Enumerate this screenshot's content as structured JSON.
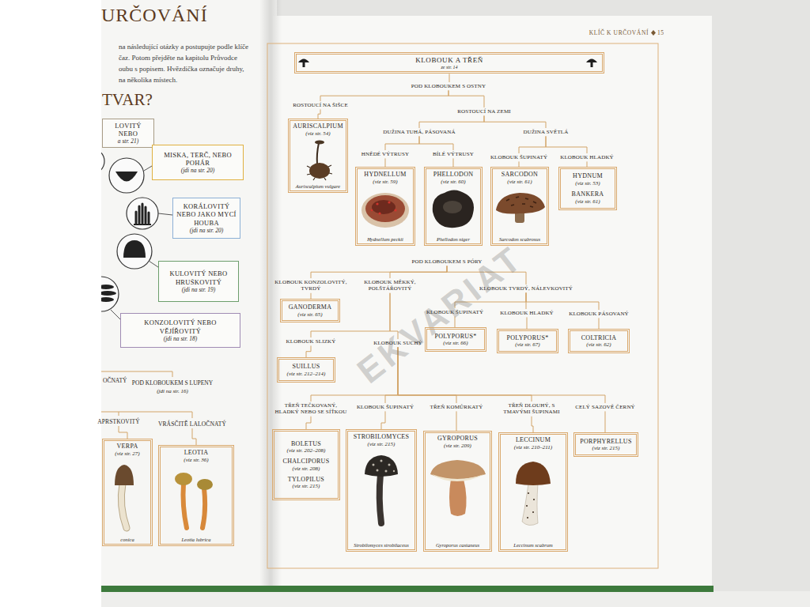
{
  "diagram": {
    "title": "URČOVÁNÍ",
    "nodes": [
      {
        "text": [
          "LOVITÝ NEBO",
          "a str. 21)"
        ]
      },
      {
        "text": [
          "MISKA, TERČ, NEBO POHÁR",
          "(jdi na str. 20)"
        ]
      },
      {
        "text": [
          "KORÁLOVITÝ NEBO JAKO MYCÍ HOUBA",
          "(jdi na str. 20)"
        ]
      },
      {
        "text": [
          "KULOVITÝ NEBO HRUŠKOVITÝ",
          "(jdi na str. 19)"
        ]
      },
      {
        "text": [
          "KONZOLOVITÝ NEBO VĚJÍŘOVITÝ",
          "(jdi na str. 18)"
        ]
      },
      {
        "text": [
          "APRSTKOVITÝ"
        ]
      },
      {
        "text": [
          "VRÁSČITĚ LALOČNATÝ"
        ]
      },
      {
        "text": [
          "VERPA",
          "(viz str. 27)",
          "conica"
        ]
      },
      {
        "text": [
          "LEOTIA",
          "(viz str. 36)",
          "Leotia lubrica"
        ]
      },
      {
        "text": [
          "KLOBOUK A TŘEŇ",
          "ze str. 14"
        ]
      },
      {
        "text": [
          "POD KLOBOUKEM S OSTNY"
        ]
      },
      {
        "text": [
          "ROSTOUCÍ NA ŠIŠCE"
        ]
      },
      {
        "text": [
          "ROSTOUCÍ NA ZEMI"
        ]
      },
      {
        "text": [
          "AURISCALPIUM",
          "(viz str. 54)",
          "Auriscalpium vulgare"
        ]
      },
      {
        "text": [
          "DUŽINA TUHÁ, PÁSOVANÁ"
        ]
      },
      {
        "text": [
          "DUŽINA SVĚTLÁ"
        ]
      },
      {
        "text": [
          "HNĚDÉ VÝTRUSY"
        ]
      },
      {
        "text": [
          "BÍLÉ VÝTRUSY"
        ]
      },
      {
        "text": [
          "KLOBOUK ŠUPINATÝ"
        ]
      },
      {
        "text": [
          "KLOBOUK HLADKÝ"
        ]
      },
      {
        "text": [
          "HYDNELLUM",
          "(viz str. 59)",
          "Hydnellum peckii"
        ]
      },
      {
        "text": [
          "PHELLODON",
          "(viz str. 60)",
          "Phellodon niger"
        ]
      },
      {
        "text": [
          "SARCODON",
          "(viz str. 61)",
          "Sarcodon scabrosus"
        ]
      },
      {
        "text": [
          "HYDNUM",
          "(viz str. 53)",
          "BANKERA",
          "(viz str. 61)"
        ]
      },
      {
        "text": [
          "POD KLOBOUKEM S PÓRY"
        ]
      },
      {
        "text": [
          "KLOBOUK KONZOLOVITÝ, TVRDÝ"
        ]
      },
      {
        "text": [
          "KLOBOUK MĚKKÝ, POLŠTÁŘOVITÝ"
        ]
      },
      {
        "text": [
          "KLOBOUK TVRDÝ, NÁLEVKOVITÝ"
        ]
      },
      {
        "text": [
          "GANODERMA",
          "(viz str. 65)"
        ]
      },
      {
        "text": [
          "KLOBOUK ŠUPINATÝ"
        ]
      },
      {
        "text": [
          "KLOBOUK HLADKÝ"
        ]
      },
      {
        "text": [
          "KLOBOUK PÁSOVANÝ"
        ]
      },
      {
        "text": [
          "POLYPORUS*",
          "(viz str. 66)"
        ]
      },
      {
        "text": [
          "POLYPORUS*",
          "(viz str. 67)"
        ]
      },
      {
        "text": [
          "COLTRICIA",
          "(viz str. 62)"
        ]
      },
      {
        "text": [
          "KLOBOUK SLIZKÝ"
        ]
      },
      {
        "text": [
          "KLOBOUK SUCHÝ"
        ]
      },
      {
        "text": [
          "SUILLUS",
          "(viz str. 212–214)"
        ]
      },
      {
        "text": [
          "TŘEŇ TEČKOVANÝ, HLADKÝ NEBO SE SÍŤKOU"
        ]
      },
      {
        "text": [
          "KLOBOUK ŠUPINATÝ"
        ]
      },
      {
        "text": [
          "TŘEŇ KOMŮRKATÝ"
        ]
      },
      {
        "text": [
          "TŘEŇ DLOUHÝ, S TMAVÝMI ŠUPINAMI"
        ]
      },
      {
        "text": [
          "CELÝ SAZOVĚ ČERNÝ"
        ]
      },
      {
        "text": [
          "BOLETUS",
          "(viz str. 202–208)",
          "CHALCIPORUS",
          "(viz str. 208)",
          "TYLOPILUS",
          "(viz str. 215)"
        ]
      },
      {
        "text": [
          "STROBILOMYCES",
          "(viz str. 215)",
          "Strobilomyces strobilaceus"
        ]
      },
      {
        "text": [
          "GYROPORUS",
          "(viz str. 209)",
          "Gyroporus castaneus"
        ]
      },
      {
        "text": [
          "LECCINUM",
          "(viz str. 210–211)",
          "Leccinum scabrum"
        ]
      },
      {
        "text": [
          "PORPHYRELLUS",
          "(viz str. 215)"
        ]
      }
    ],
    "edges": [
      {
        "from": 5,
        "to": 7,
        "arrow": "none"
      },
      {
        "from": 6,
        "to": 8,
        "arrow": "none"
      },
      {
        "from": 9,
        "to": 10,
        "arrow": "none"
      },
      {
        "from": 10,
        "to": 11,
        "arrow": "none"
      },
      {
        "from": 10,
        "to": 12,
        "arrow": "none"
      },
      {
        "from": 11,
        "to": 13,
        "arrow": "none"
      },
      {
        "from": 12,
        "to": 14,
        "arrow": "none"
      },
      {
        "from": 12,
        "to": 15,
        "arrow": "none"
      },
      {
        "from": 14,
        "to": 16,
        "arrow": "none"
      },
      {
        "from": 14,
        "to": 17,
        "arrow": "none"
      },
      {
        "from": 15,
        "to": 18,
        "arrow": "none"
      },
      {
        "from": 15,
        "to": 19,
        "arrow": "none"
      },
      {
        "from": 16,
        "to": 20,
        "arrow": "none"
      },
      {
        "from": 17,
        "to": 21,
        "arrow": "none"
      },
      {
        "from": 18,
        "to": 22,
        "arrow": "none"
      },
      {
        "from": 19,
        "to": 23,
        "arrow": "none"
      },
      {
        "from": 24,
        "to": 25,
        "arrow": "none"
      },
      {
        "from": 24,
        "to": 26,
        "arrow": "none"
      },
      {
        "from": 24,
        "to": 27,
        "arrow": "none"
      },
      {
        "from": 25,
        "to": 28,
        "arrow": "none"
      },
      {
        "from": 26,
        "to": 35,
        "arrow": "none"
      },
      {
        "from": 26,
        "to": 36,
        "arrow": "none"
      },
      {
        "from": 27,
        "to": 29,
        "arrow": "none"
      },
      {
        "from": 27,
        "to": 30,
        "arrow": "none"
      },
      {
        "from": 27,
        "to": 31,
        "arrow": "none"
      },
      {
        "from": 29,
        "to": 32,
        "arrow": "none"
      },
      {
        "from": 30,
        "to": 33,
        "arrow": "none"
      },
      {
        "from": 31,
        "to": 34,
        "arrow": "none"
      },
      {
        "from": 35,
        "to": 37,
        "arrow": "none"
      },
      {
        "from": 36,
        "to": 38,
        "arrow": "none"
      },
      {
        "from": 36,
        "to": 39,
        "arrow": "none"
      },
      {
        "from": 36,
        "to": 40,
        "arrow": "none"
      },
      {
        "from": 36,
        "to": 41,
        "arrow": "none"
      },
      {
        "from": 36,
        "to": 42,
        "arrow": "none"
      },
      {
        "from": 38,
        "to": 43,
        "arrow": "none"
      },
      {
        "from": 39,
        "to": 44,
        "arrow": "none"
      },
      {
        "from": 40,
        "to": 45,
        "arrow": "none"
      },
      {
        "from": 41,
        "to": 46,
        "arrow": "none"
      },
      {
        "from": 42,
        "to": 47,
        "arrow": "none"
      }
    ],
    "labels": [
      "KLÍČ K URČOVÁNÍ",
      "15",
      "na následující otázky a postupujte podle klíče",
      "čaz. Potom přejděte na kapitolu Průvodce",
      "oubu s popisem. Hvězdička označuje druhy,",
      "na několika místech.",
      "TVAR?",
      "OČNATÝ",
      "POD KLOBOUKEM S LUPENY",
      "(jdi na str. 16)",
      "EKVARIAT"
    ]
  }
}
